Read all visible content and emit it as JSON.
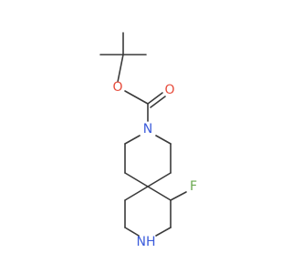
{
  "molecule": {
    "atoms": {
      "ester_oxygen": {
        "symbol": "O",
        "color": "#e74c3c"
      },
      "carbonyl_oxygen": {
        "symbol": "O",
        "color": "#e74c3c"
      },
      "boc_nitrogen": {
        "symbol": "N",
        "color": "#3b5bdb"
      },
      "ring_nitrogen": {
        "symbol": "NH",
        "color": "#3b5bdb"
      },
      "fluorine": {
        "symbol": "F",
        "color": "#6aa84f"
      }
    },
    "bond_color": "#3a3a3a"
  }
}
